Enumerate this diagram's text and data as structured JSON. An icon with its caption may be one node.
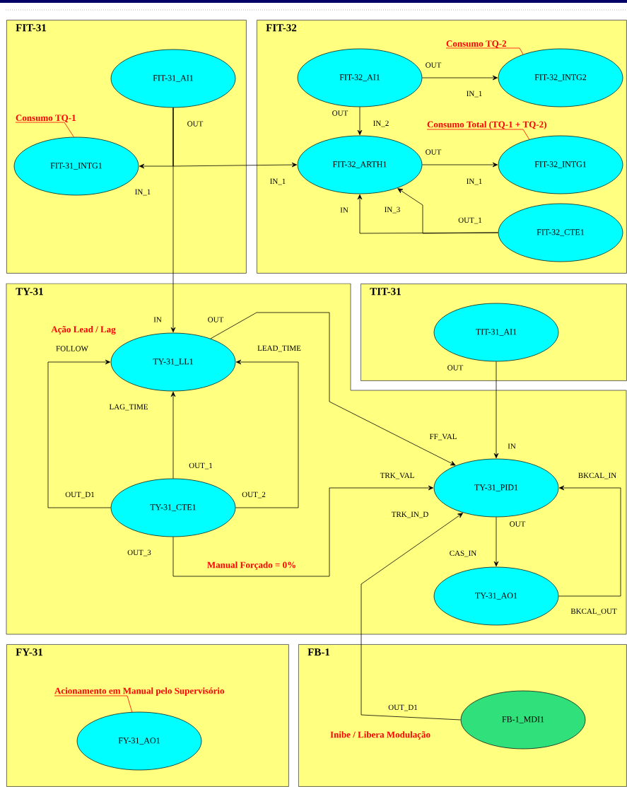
{
  "diagram": {
    "nodes": [
      {
        "text": [
          "FIT-31"
        ]
      },
      {
        "text": [
          "FIT-31_AI1"
        ],
        "in": 0
      },
      {
        "text": [
          "FIT-31_INTG1"
        ],
        "in": 0
      },
      {
        "text": [
          "FIT-32"
        ]
      },
      {
        "text": [
          "FIT-32_AI1"
        ],
        "in": 3
      },
      {
        "text": [
          "FIT-32_INTG2"
        ],
        "in": 3
      },
      {
        "text": [
          "FIT-32_ARTH1"
        ],
        "in": 3
      },
      {
        "text": [
          "FIT-32_INTG1"
        ],
        "in": 3
      },
      {
        "text": [
          "FIT-32_CTE1"
        ],
        "in": 3
      },
      {
        "text": [
          "TY-31"
        ]
      },
      {
        "text": [
          "TY-31_LL1"
        ],
        "in": 9
      },
      {
        "text": [
          "TY-31_CTE1"
        ],
        "in": 9
      },
      {
        "text": [
          "TY-31_PID1"
        ],
        "in": 9
      },
      {
        "text": [
          "TY-31_AO1"
        ],
        "in": 9
      },
      {
        "text": [
          "TIT-31"
        ]
      },
      {
        "text": [
          "TIT-31_AI1"
        ],
        "in": 14
      },
      {
        "text": [
          "FY-31"
        ]
      },
      {
        "text": [
          "FY-31_AO1"
        ],
        "in": 16
      },
      {
        "text": [
          "FB-1"
        ]
      },
      {
        "text": [
          "FB-1_MDI1"
        ],
        "in": 18
      },
      {
        "text": [
          "Consumo TQ-1"
        ],
        "in": 0
      },
      {
        "text": [
          "Consumo TQ-2"
        ],
        "in": 3
      },
      {
        "text": [
          "Consumo Total (TQ-1 + TQ-2)"
        ],
        "in": 3
      },
      {
        "text": [
          "Acionamento em Manual pelo Supervisório"
        ],
        "in": 16
      }
    ],
    "edges": [
      {
        "from": 1,
        "to": 2,
        "arrow": "to"
      },
      {
        "from": 1,
        "to": 6,
        "arrow": "to"
      },
      {
        "from": 1,
        "to": 10,
        "arrow": "to"
      },
      {
        "from": 4,
        "to": 5,
        "arrow": "to"
      },
      {
        "from": 4,
        "to": 6,
        "arrow": "to"
      },
      {
        "from": 6,
        "to": 7,
        "arrow": "to"
      },
      {
        "from": 8,
        "to": 6,
        "arrow": "to"
      },
      {
        "from": 8,
        "to": 6,
        "arrow": "to"
      },
      {
        "from": 10,
        "to": 12,
        "arrow": "to"
      },
      {
        "from": 11,
        "to": 10,
        "arrow": "to"
      },
      {
        "from": 11,
        "to": 10,
        "arrow": "to"
      },
      {
        "from": 11,
        "to": 10,
        "arrow": "to"
      },
      {
        "from": 11,
        "to": 12,
        "arrow": "to"
      },
      {
        "from": 15,
        "to": 12,
        "arrow": "to"
      },
      {
        "from": 12,
        "to": 13,
        "arrow": "to"
      },
      {
        "from": 13,
        "to": 12,
        "arrow": "to"
      },
      {
        "from": 19,
        "to": 12,
        "arrow": "to"
      },
      {
        "from": 20,
        "to": 2,
        "arrow": "none",
        "color": "#ff0000"
      },
      {
        "from": 21,
        "to": 5,
        "arrow": "none",
        "color": "#ff0000"
      },
      {
        "from": 22,
        "to": 7,
        "arrow": "none",
        "color": "#ff0000"
      },
      {
        "from": 23,
        "to": 17,
        "arrow": "none",
        "color": "#ff0000"
      }
    ],
    "labels": [
      "OUT",
      "IN_1",
      "OUT",
      "IN_1",
      "OUT",
      "IN_2",
      "OUT",
      "IN_1",
      "IN_1",
      "IN",
      "IN_3",
      "OUT_1",
      "IN",
      "OUT",
      "Ação Lead / Lag",
      "FOLLOW",
      "LEAD_TIME",
      "OUT",
      "LAG_TIME",
      "FF_VAL",
      "IN",
      "OUT_1",
      "TRK_VAL",
      "BKCAL_IN",
      "OUT_D1",
      "OUT_2",
      "TRK_IN_D",
      "OUT",
      "OUT_3",
      "CAS_IN",
      "Manual Forçado = 0%",
      "BKCAL_OUT",
      "OUT_D1",
      "Inibe / Libera Modulação"
    ]
  }
}
